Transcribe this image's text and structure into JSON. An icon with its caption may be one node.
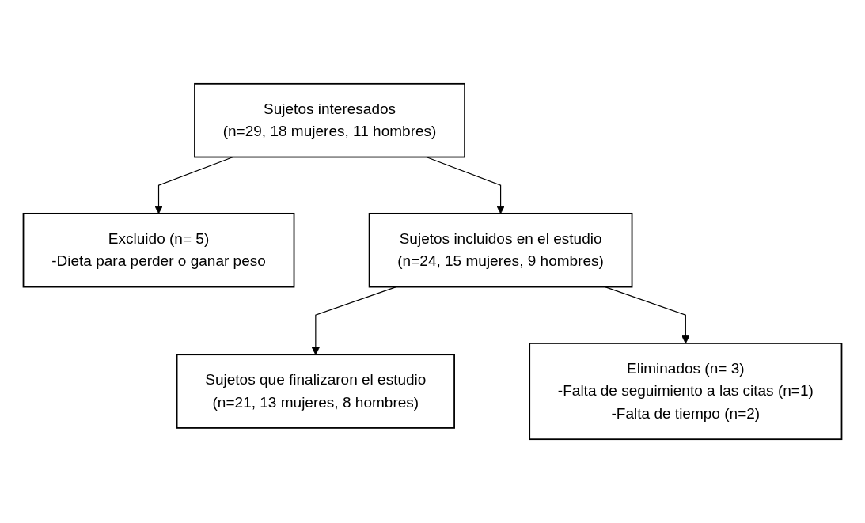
{
  "diagram": {
    "nodes": [
      {
        "text": [
          "Sujetos interesados",
          "(n=29, 18 mujeres, 11 hombres)"
        ]
      },
      {
        "text": [
          "Excluido (n= 5)",
          "-Dieta para perder o ganar peso"
        ]
      },
      {
        "text": [
          "Sujetos incluidos en el estudio",
          "(n=24, 15 mujeres, 9 hombres)"
        ]
      },
      {
        "text": [
          "Eliminados (n= 3)",
          "-Falta de seguimiento a las citas (n=1)",
          "-Falta de tiempo (n=2)"
        ]
      },
      {
        "text": [
          "Sujetos que finalizaron el estudio",
          "(n=21, 13 mujeres, 8 hombres)"
        ]
      }
    ],
    "edges": [
      {
        "from": 0,
        "to": 2,
        "arrow": "to"
      },
      {
        "from": 0,
        "to": 1,
        "arrow": "to"
      },
      {
        "from": 2,
        "to": 4,
        "arrow": "to"
      },
      {
        "from": 2,
        "to": 3,
        "arrow": "to"
      }
    ]
  }
}
